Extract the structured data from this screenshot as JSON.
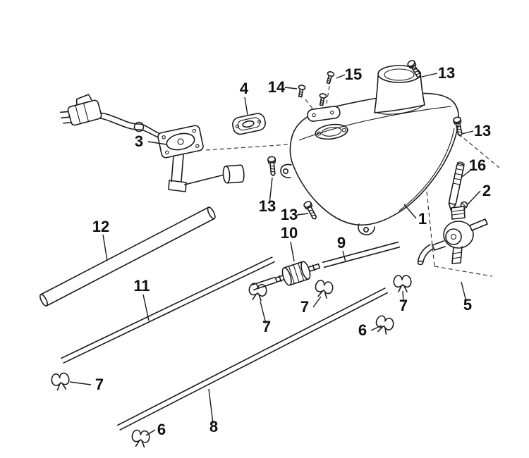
{
  "diagram": {
    "type": "exploded-parts-diagram",
    "background_color": "#ffffff",
    "line_color": "#1a1a1a",
    "callouts": [
      {
        "text": "1"
      },
      {
        "text": "2"
      },
      {
        "text": "3"
      },
      {
        "text": "4"
      },
      {
        "text": "5"
      },
      {
        "text": "6"
      },
      {
        "text": "6"
      },
      {
        "text": "7"
      },
      {
        "text": "7"
      },
      {
        "text": "7"
      },
      {
        "text": "7"
      },
      {
        "text": "8"
      },
      {
        "text": "9"
      },
      {
        "text": "10"
      },
      {
        "text": "11"
      },
      {
        "text": "12"
      },
      {
        "text": "13"
      },
      {
        "text": "13"
      },
      {
        "text": "13"
      },
      {
        "text": "13"
      },
      {
        "text": "14"
      },
      {
        "text": "15"
      },
      {
        "text": "16"
      }
    ]
  }
}
